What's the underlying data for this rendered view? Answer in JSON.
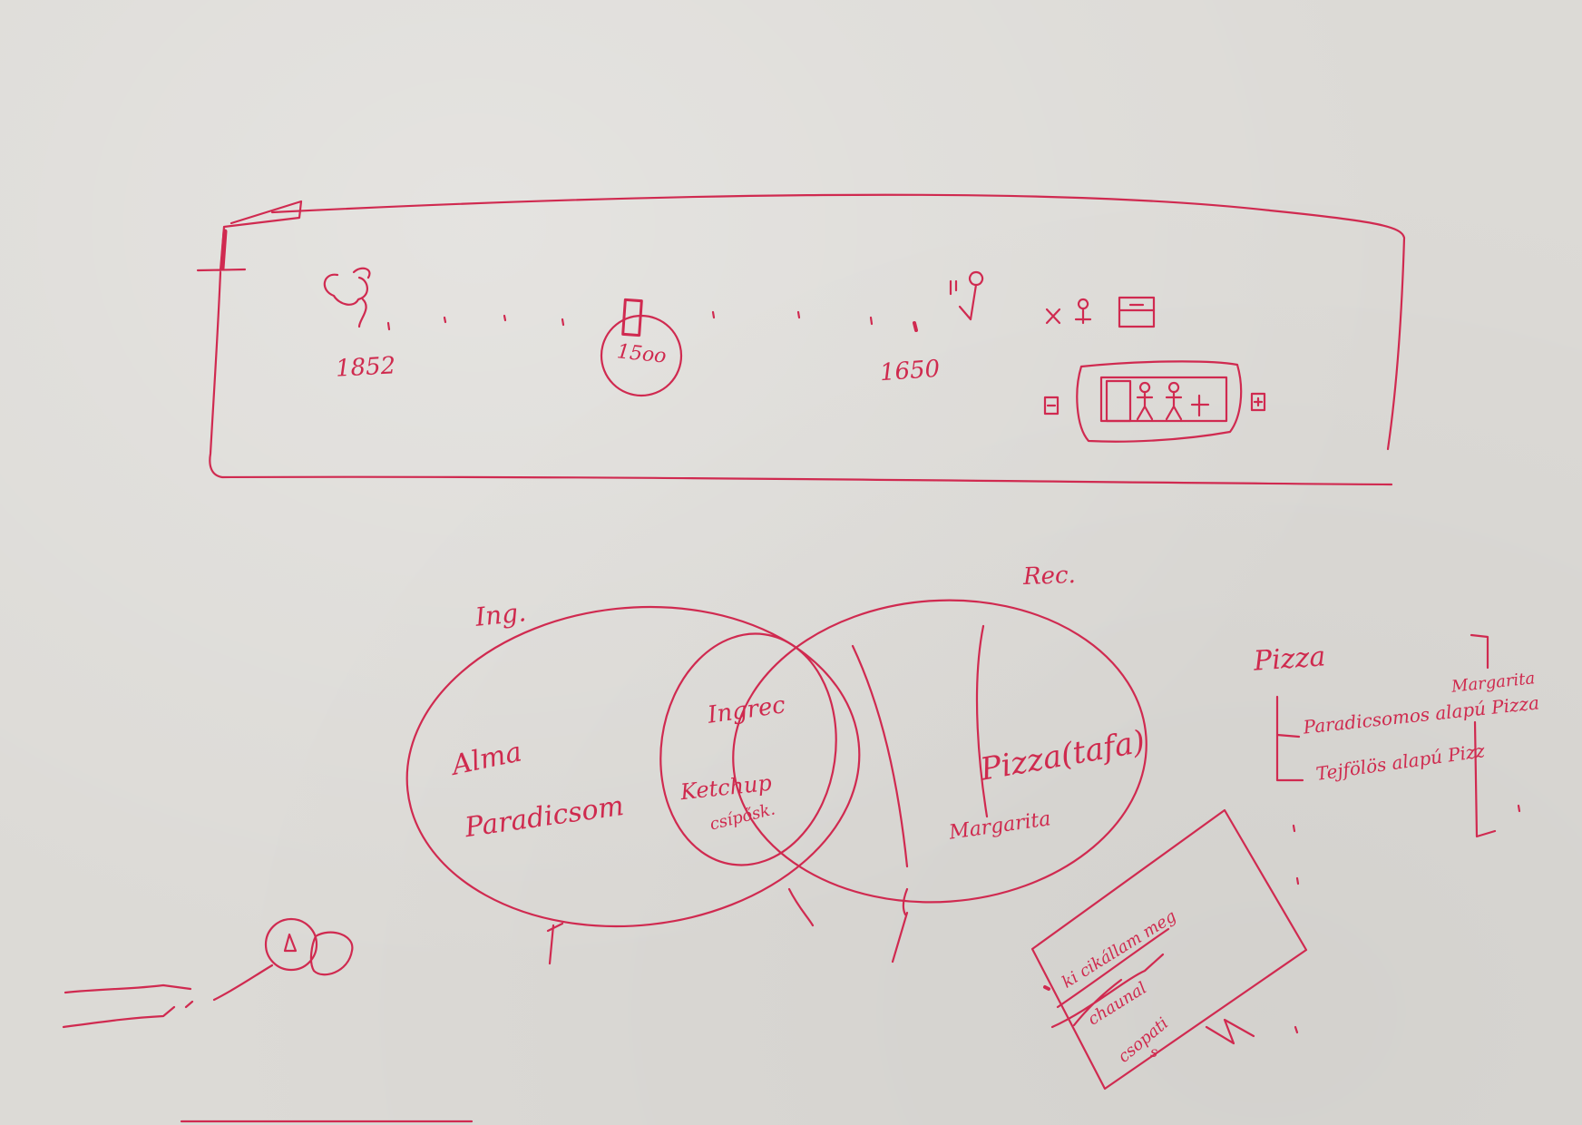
{
  "timeline": {
    "labels": [
      "1852",
      "15oo",
      "1650"
    ]
  },
  "venn": {
    "left_set_label": "Ing.",
    "right_set_label": "Rec.",
    "left_items": [
      "Alma",
      "Paradicsom"
    ],
    "intersection_title": "Ingrec",
    "intersection_items": [
      "Ketchup",
      "csípősk."
    ],
    "right_items": [
      "Pizza(tafa)",
      "Margarita"
    ]
  },
  "tree": {
    "root": "Pizza",
    "children": [
      "Paradicsomos alapú Pizza",
      "Margarita",
      "Tejfölös alapú Pizz"
    ]
  },
  "note_card": {
    "lines": [
      "ki cikállam meg",
      "chaunal",
      "csopati",
      "s"
    ]
  },
  "colors": {
    "ink": "#d02a50",
    "paper": "#dcdad6"
  }
}
